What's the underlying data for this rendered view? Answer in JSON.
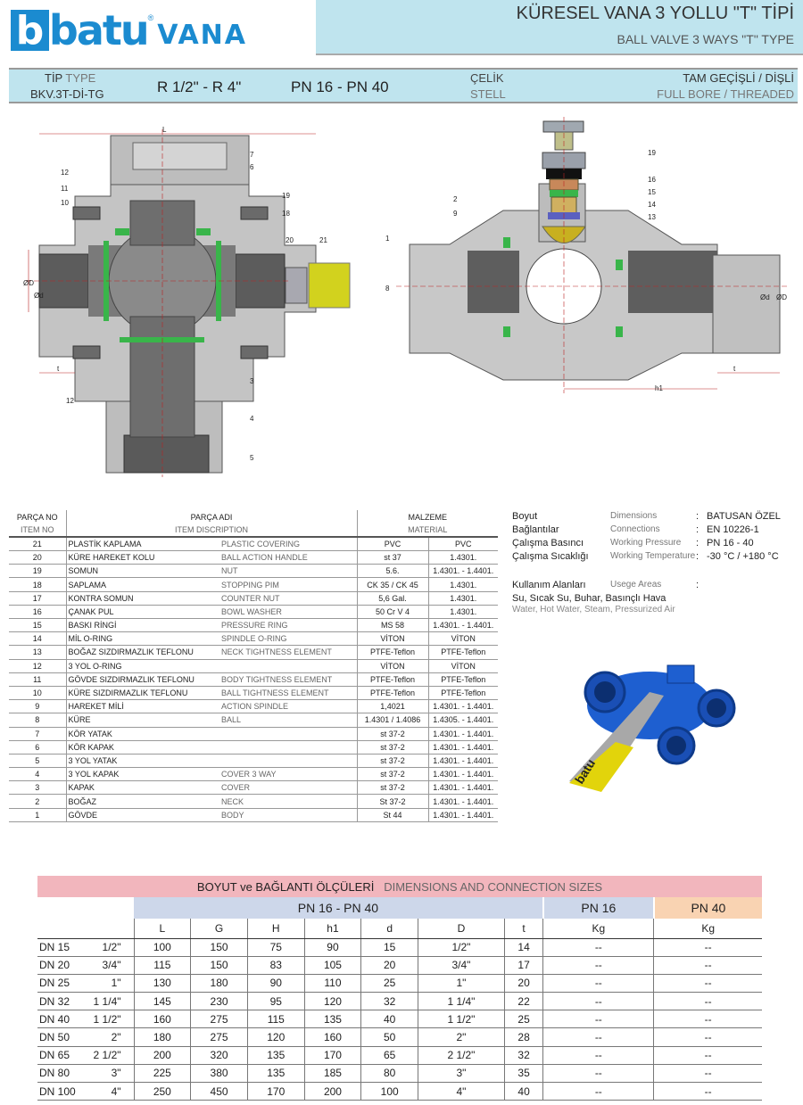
{
  "header": {
    "title_tr": "KÜRESEL VANA 3 YOLLU \"T\" TİPİ",
    "title_en": "BALL VALVE 3 WAYS \"T\" TYPE",
    "logo_main": "batu",
    "logo_sub": "VANA",
    "logo_mark": "®"
  },
  "typebar": {
    "tip_tr": "TİP",
    "tip_en": "TYPE",
    "code": "BKV.3T-Dİ-TG",
    "size": "R 1/2\" - R 4\"",
    "pressure": "PN 16 - PN 40",
    "material_tr": "ÇELİK",
    "material_en": "STELL",
    "bore_tr": "TAM GEÇİŞLİ / DİŞLİ",
    "bore_en": "FULL BORE / THREADED"
  },
  "drawing_labels": {
    "left": [
      "L",
      "7",
      "6",
      "12",
      "11",
      "10",
      "19",
      "18",
      "20",
      "21",
      "ØD",
      "Ød",
      "t",
      "3",
      "12",
      "4",
      "5"
    ],
    "right": [
      "19",
      "16",
      "15",
      "14",
      "13",
      "2",
      "9",
      "1",
      "8",
      "Ød",
      "ØD",
      "t",
      "h1"
    ]
  },
  "parts_table": {
    "head_no_tr": "PARÇA NO",
    "head_no_en": "ITEM NO",
    "head_name_tr": "PARÇA ADI",
    "head_name_en": "ITEM DISCRIPTION",
    "head_mat_tr": "MALZEME",
    "head_mat_en": "MATERIAL",
    "rows": [
      {
        "no": "21",
        "tr": "PLASTİK KAPLAMA",
        "en": "PLASTIC COVERING",
        "m1": "PVC",
        "m2": "PVC"
      },
      {
        "no": "20",
        "tr": "KÜRE HAREKET KOLU",
        "en": "BALL ACTION HANDLE",
        "m1": "st 37",
        "m2": "1.4301."
      },
      {
        "no": "19",
        "tr": "SOMUN",
        "en": "NUT",
        "m1": "5.6.",
        "m2": "1.4301. - 1.4401."
      },
      {
        "no": "18",
        "tr": "SAPLAMA",
        "en": "STOPPING PIM",
        "m1": "CK 35 / CK 45",
        "m2": "1.4301."
      },
      {
        "no": "17",
        "tr": "KONTRA SOMUN",
        "en": "COUNTER NUT",
        "m1": "5,6 Gal.",
        "m2": "1.4301."
      },
      {
        "no": "16",
        "tr": "ÇANAK PUL",
        "en": "BOWL WASHER",
        "m1": "50 Cr V 4",
        "m2": "1.4301."
      },
      {
        "no": "15",
        "tr": "BASKI RİNGİ",
        "en": "PRESSURE RING",
        "m1": "MS 58",
        "m2": "1.4301. - 1.4401."
      },
      {
        "no": "14",
        "tr": "MİL O-RING",
        "en": "SPINDLE O-RING",
        "m1": "VİTON",
        "m2": "VİTON"
      },
      {
        "no": "13",
        "tr": "BOĞAZ SIZDIRMAZLIK TEFLONU",
        "en": "NECK TIGHTNESS ELEMENT",
        "m1": "PTFE-Teflon",
        "m2": "PTFE-Teflon"
      },
      {
        "no": "12",
        "tr": "3 YOL O-RING",
        "en": "",
        "m1": "VİTON",
        "m2": "VİTON"
      },
      {
        "no": "11",
        "tr": "GÖVDE SIZDIRMAZLIK TEFLONU",
        "en": "BODY TIGHTNESS ELEMENT",
        "m1": "PTFE-Teflon",
        "m2": "PTFE-Teflon"
      },
      {
        "no": "10",
        "tr": "KÜRE SIZDIRMAZLIK TEFLONU",
        "en": "BALL TIGHTNESS ELEMENT",
        "m1": "PTFE-Teflon",
        "m2": "PTFE-Teflon"
      },
      {
        "no": "9",
        "tr": "HAREKET MİLİ",
        "en": "ACTION SPINDLE",
        "m1": "1,4021",
        "m2": "1.4301. - 1.4401."
      },
      {
        "no": "8",
        "tr": "KÜRE",
        "en": "BALL",
        "m1": "1.4301 / 1.4086",
        "m2": "1.4305. - 1.4401."
      },
      {
        "no": "7",
        "tr": "KÖR YATAK",
        "en": "",
        "m1": "st 37-2",
        "m2": "1.4301. - 1.4401."
      },
      {
        "no": "6",
        "tr": "KÖR KAPAK",
        "en": "",
        "m1": "st 37-2",
        "m2": "1.4301. - 1.4401."
      },
      {
        "no": "5",
        "tr": "3 YOL YATAK",
        "en": "",
        "m1": "st 37-2",
        "m2": "1.4301. - 1.4401."
      },
      {
        "no": "4",
        "tr": "3 YOL KAPAK",
        "en": "COVER 3 WAY",
        "m1": "st 37-2",
        "m2": "1.4301. - 1.4401."
      },
      {
        "no": "3",
        "tr": "KAPAK",
        "en": "COVER",
        "m1": "st 37-2",
        "m2": "1.4301. - 1.4401."
      },
      {
        "no": "2",
        "tr": "BOĞAZ",
        "en": "NECK",
        "m1": "St 37-2",
        "m2": "1.4301. - 1.4401."
      },
      {
        "no": "1",
        "tr": "GÖVDE",
        "en": "BODY",
        "m1": "St 44",
        "m2": "1.4301. - 1.4401."
      }
    ]
  },
  "specs": [
    {
      "tr": "Boyut",
      "en": "Dimensions",
      "val": "BATUSAN ÖZEL"
    },
    {
      "tr": "Bağlantılar",
      "en": "Connections",
      "val": "EN 10226-1"
    },
    {
      "tr": "Çalışma Basıncı",
      "en": "Working Pressure",
      "val": "PN 16 - 40"
    },
    {
      "tr": "Çalışma Sıcaklığı",
      "en": "Working Temperature",
      "val": "-30 °C / +180 °C"
    }
  ],
  "usage": {
    "tr": "Kullanım Alanları",
    "en": "Usege Areas",
    "text_tr": "Su, Sıcak Su, Buhar, Basınçlı Hava",
    "text_en": "Water, Hot Water, Steam, Pressurized Air"
  },
  "photo": {
    "handle_text": "batu",
    "colors": {
      "body": "#1e5fd0",
      "handle": "#e2d40b"
    }
  },
  "dims_table": {
    "title_tr": "BOYUT ve BAĞLANTI ÖLÇÜLERİ",
    "title_en": "DIMENSIONS AND CONNECTION SIZES",
    "pn_main": "PN 16 - PN 40",
    "pn16": "PN 16",
    "pn40": "PN 40",
    "columns": [
      "L",
      "G",
      "H",
      "h1",
      "d",
      "D",
      "t",
      "Kg",
      "Kg"
    ],
    "rows": [
      {
        "dn": "DN 15",
        "inch": "1/2\"",
        "vals": [
          "100",
          "150",
          "75",
          "90",
          "15",
          "1/2\"",
          "14",
          "--",
          "--"
        ]
      },
      {
        "dn": "DN 20",
        "inch": "3/4\"",
        "vals": [
          "115",
          "150",
          "83",
          "105",
          "20",
          "3/4\"",
          "17",
          "--",
          "--"
        ]
      },
      {
        "dn": "DN 25",
        "inch": "1\"",
        "vals": [
          "130",
          "180",
          "90",
          "110",
          "25",
          "1\"",
          "20",
          "--",
          "--"
        ]
      },
      {
        "dn": "DN 32",
        "inch": "1 1/4\"",
        "vals": [
          "145",
          "230",
          "95",
          "120",
          "32",
          "1 1/4\"",
          "22",
          "--",
          "--"
        ]
      },
      {
        "dn": "DN 40",
        "inch": "1 1/2\"",
        "vals": [
          "160",
          "275",
          "115",
          "135",
          "40",
          "1 1/2\"",
          "25",
          "--",
          "--"
        ]
      },
      {
        "dn": "DN 50",
        "inch": "2\"",
        "vals": [
          "180",
          "275",
          "120",
          "160",
          "50",
          "2\"",
          "28",
          "--",
          "--"
        ]
      },
      {
        "dn": "DN 65",
        "inch": "2 1/2\"",
        "vals": [
          "200",
          "320",
          "135",
          "170",
          "65",
          "2 1/2\"",
          "32",
          "--",
          "--"
        ]
      },
      {
        "dn": "DN 80",
        "inch": "3\"",
        "vals": [
          "225",
          "380",
          "135",
          "185",
          "80",
          "3\"",
          "35",
          "--",
          "--"
        ]
      },
      {
        "dn": "DN 100",
        "inch": "4\"",
        "vals": [
          "250",
          "450",
          "170",
          "200",
          "100",
          "4\"",
          "40",
          "--",
          "--"
        ]
      }
    ]
  }
}
